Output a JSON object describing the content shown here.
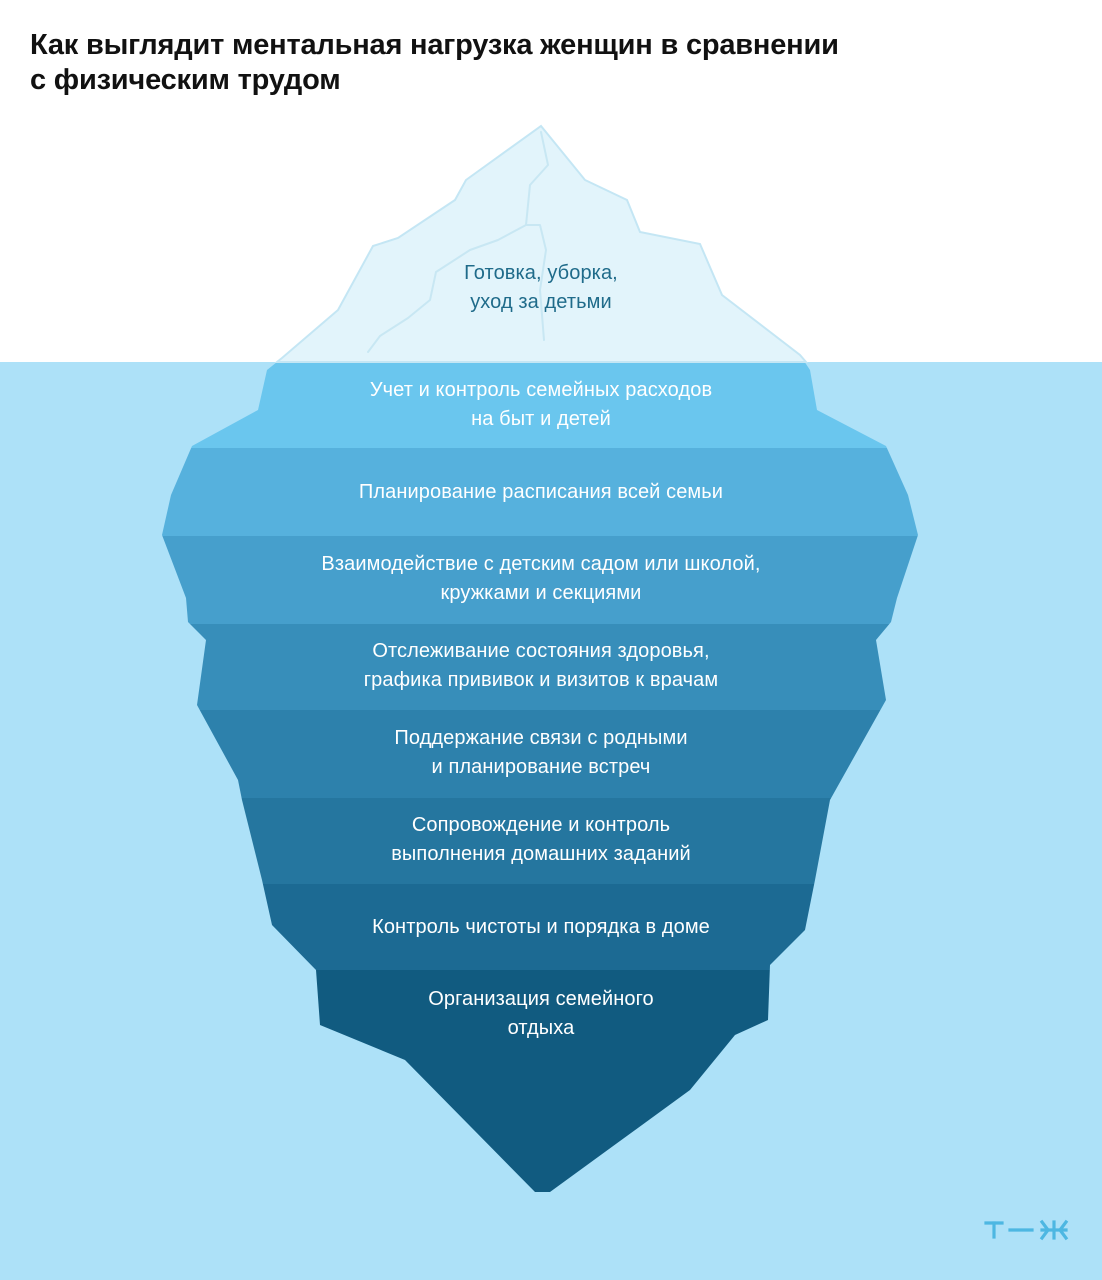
{
  "title": {
    "line1": "Как выглядит ментальная нагрузка женщин в сравнении",
    "line2": "с физическим трудом"
  },
  "iceberg": {
    "tip": {
      "lines": [
        "Готовка, уборка,",
        "уход за детьми"
      ],
      "color": "#e2f4fb"
    },
    "layers": [
      {
        "lines": [
          "Учет и контроль семейных расходов",
          "на быт и детей"
        ],
        "color": "#6ac6ee"
      },
      {
        "lines": [
          "Планирование расписания всей семьи"
        ],
        "color": "#56b1dd"
      },
      {
        "lines": [
          "Взаимодействие с детским садом или школой,",
          "кружками и секциями"
        ],
        "color": "#469fcc"
      },
      {
        "lines": [
          "Отслеживание состояния здоровья,",
          "графика прививок и визитов к врачам"
        ],
        "color": "#378eba"
      },
      {
        "lines": [
          "Поддержание связи с родными",
          "и планирование встреч"
        ],
        "color": "#2d81ac"
      },
      {
        "lines": [
          "Сопровождение и контроль",
          "выполнения домашних заданий"
        ],
        "color": "#25769f"
      },
      {
        "lines": [
          "Контроль чистоты и порядка в доме"
        ],
        "color": "#1c6a93"
      },
      {
        "lines": [
          "Организация семейного",
          "отдыха"
        ],
        "color": "#115b80"
      }
    ]
  },
  "colors": {
    "background": "#ffffff",
    "water": "#ade1f8",
    "tip_text": "#1f6b8a",
    "layer_text": "#ffffff",
    "logo": "#4db7e2"
  },
  "logo": {
    "icon": "tzh-logo-icon"
  }
}
